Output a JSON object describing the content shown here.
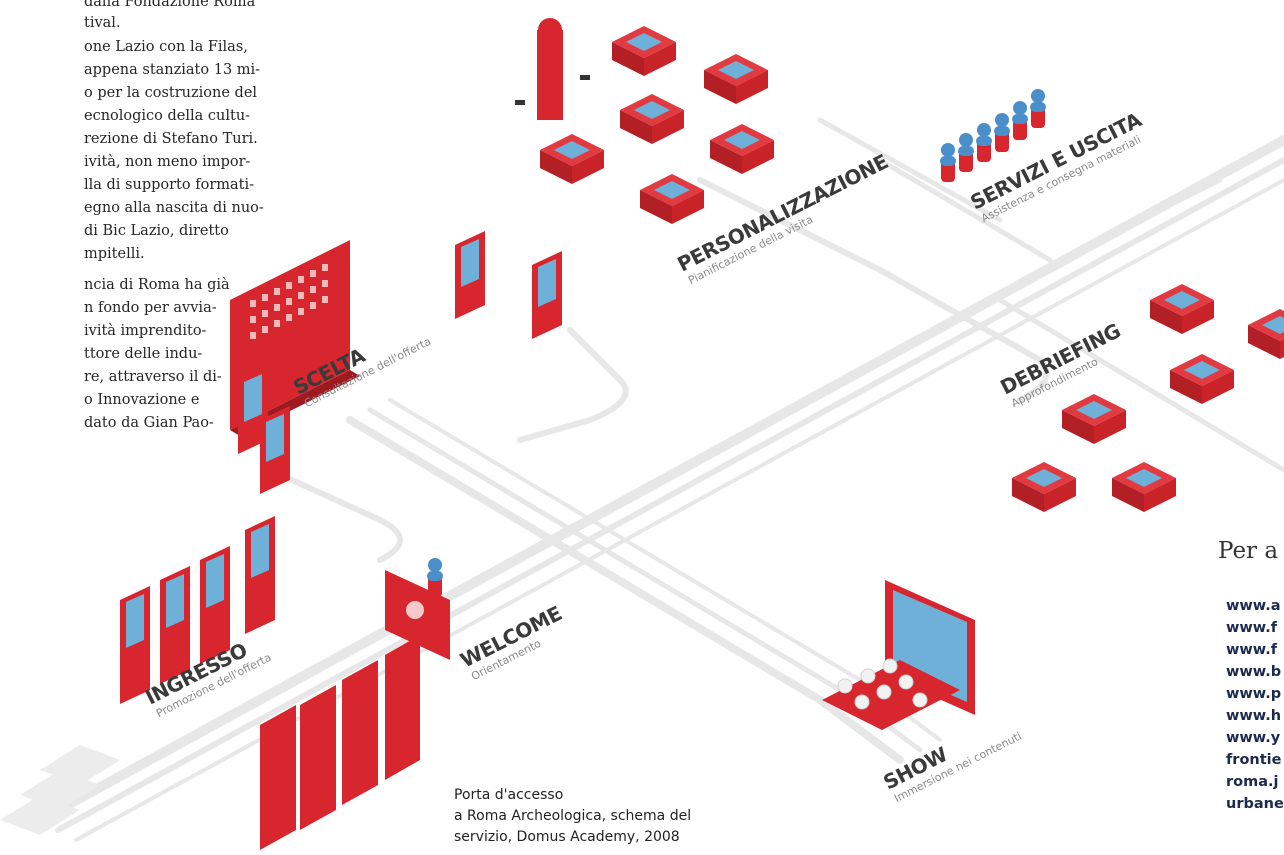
{
  "article": {
    "lines": [
      "dalla Fondazione Roma",
      "tival.",
      "one Lazio con la Filas,",
      "appena stanziato 13 mi-",
      "o per la costruzione del",
      "ecnologico della cultu-",
      "rezione di Stefano Turi.",
      "ività, non meno impor-",
      "lla di supporto formati-",
      "egno alla nascita di nuo-",
      " di Bic Lazio, diretto",
      "mpitelli.",
      "ncia di Roma ha già",
      "n fondo per avvia-",
      "ività imprendito-",
      "ttore delle indu-",
      "re, attraverso il di-",
      "o Innovazione e",
      "dato da Gian Pao-"
    ]
  },
  "diagram": {
    "stations": [
      {
        "id": "scelta",
        "title": "SCELTA",
        "subtitle": "Consultazione dell'offerta"
      },
      {
        "id": "personalizzazione",
        "title": "PERSONALIZZAZIONE",
        "subtitle": "Pianificazione della visita"
      },
      {
        "id": "servizi",
        "title": "SERVIZI E USCITA",
        "subtitle": "Assistenza e consegna materiali"
      },
      {
        "id": "debriefing",
        "title": "DEBRIEFING",
        "subtitle": "Approfondimento"
      },
      {
        "id": "ingresso",
        "title": "INGRESSO",
        "subtitle": "Promozione dell'offerta"
      },
      {
        "id": "welcome",
        "title": "WELCOME",
        "subtitle": "Orientamento"
      },
      {
        "id": "show",
        "title": "SHOW",
        "subtitle": "Immersione nei contenuti"
      }
    ],
    "colors": {
      "accent": "#d7262e",
      "accent_dark": "#9e1a1f",
      "screen": "#6fb0d8",
      "path": "#e9e9e9",
      "person": "#4a8fc9"
    }
  },
  "caption": {
    "line1": "Porta d'accesso",
    "line2": "a Roma Archeologica, schema del",
    "line3": "servizio, Domus Academy, 2008"
  },
  "sidebar": {
    "title": "Per a",
    "links": [
      "www.a",
      "www.f",
      "www.f",
      "www.b",
      "www.p",
      "www.h",
      "www.y",
      "frontie",
      "roma.j",
      "urbane"
    ]
  }
}
